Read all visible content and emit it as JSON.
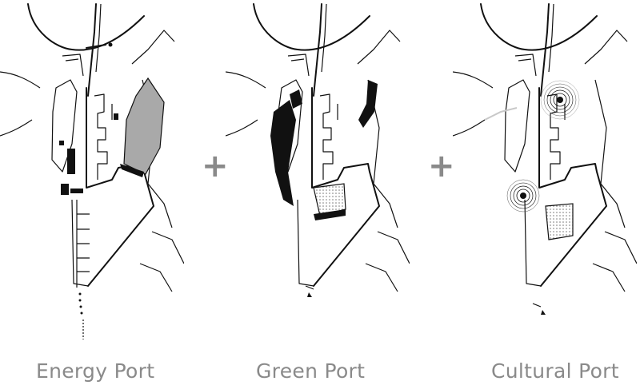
{
  "panels": [
    {
      "id": "energy",
      "caption": "Energy Port"
    },
    {
      "id": "green",
      "caption": "Green Port"
    },
    {
      "id": "cultural",
      "caption": "Cultural Port"
    }
  ],
  "operators": [
    "+",
    "+"
  ],
  "colors": {
    "caption": "#8a8a8a",
    "line": "#111111",
    "fill_grey": "#a9a9a9",
    "hatch": "#bdbdbd"
  },
  "icons": {
    "plus": "plus-icon",
    "target": "concentric-rings-icon"
  }
}
